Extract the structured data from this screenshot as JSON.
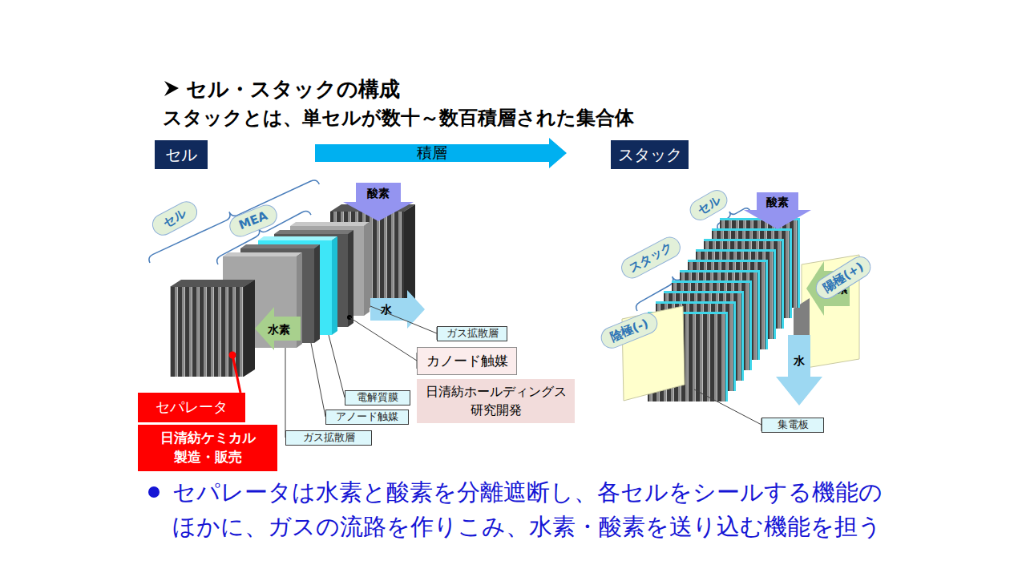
{
  "diagram": {
    "title": "セル・スタックの構成",
    "caption": "セパレータは水素と酸素を分離遮断し、各セルをシールする機能の ほかに、ガスの流路を作りこみ、水素・酸素を送り込む機能を担う",
    "nodes": [
      {
        "text": [
          "セル"
        ]
      },
      {
        "text": [
          "積層"
        ]
      },
      {
        "text": [
          "スタック"
        ]
      },
      {
        "text": [
          "セル"
        ]
      },
      {
        "text": [
          "MEA"
        ]
      },
      {
        "text": [
          "ガス拡散層"
        ]
      },
      {
        "text": [
          "カノード触媒"
        ]
      },
      {
        "text": [
          "日清紡ホールディングス 研究開発"
        ]
      },
      {
        "text": [
          "電解質膜"
        ]
      },
      {
        "text": [
          "アノード触媒"
        ]
      },
      {
        "text": [
          "ガス拡散層"
        ]
      },
      {
        "text": [
          "セパレータ"
        ]
      },
      {
        "text": [
          "日清紡ケミカル 製造・販売"
        ]
      },
      {
        "text": [
          "セル"
        ]
      },
      {
        "text": [
          "スタック"
        ]
      },
      {
        "text": [
          "陽極(+)"
        ]
      },
      {
        "text": [
          "陰極(-)"
        ]
      },
      {
        "text": [
          "集電板"
        ]
      }
    ],
    "labels": [
      "スタックとは、単セルが数十～数百積層された集合体",
      "酸素",
      "水素",
      "水",
      "酸素",
      "水素",
      "水"
    ]
  }
}
